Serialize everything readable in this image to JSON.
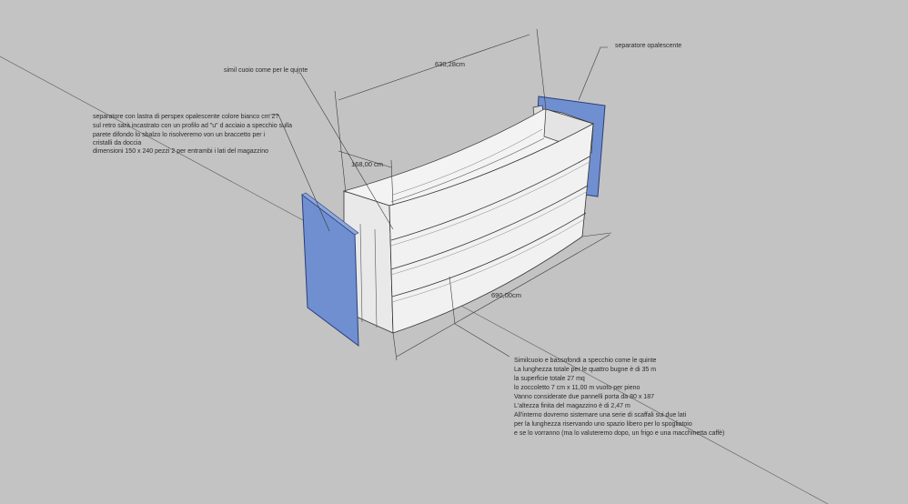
{
  "dimensions": {
    "top_length": "630,28cm",
    "depth": "168,00 cm",
    "front_length": "690,00cm"
  },
  "labels": {
    "simil_cuoio": "simil cuoio come  per le quinte",
    "separatore_right": "separatore opalescente"
  },
  "note_left": [
    "separatore con lastra di perspex  opalescente colore bianco cm 2?",
    "sul retro sarà incastrato con un profilo ad \"u\" d acciaio a specchio sulla",
    "parete difondo lo sbalzo lo risolveremo von un braccetto per i",
    "cristalli  da doccia",
    "dimensioni  150 x 240 pezzi 2 per entrambi i lati del magazzino"
  ],
  "note_bottom": [
    "Similcuoio e bassofondi a specchio come le quinte",
    "La lunghezza totale per le quattro bugne è di 35 m",
    "la superficie totale 27 mq",
    "lo zoccoletto  7 cm x 11,00 m vuoto per pieno",
    "Vanno considerate due pannelli porta da 80 x 187",
    "L'altezza finita del magazzino è di 2,47 m",
    "All'interno dovremo sistemare una serie di scaffali sui due lati",
    "per la lunghezza riservando uno spazio libero per lo spogliatoio",
    "e se lo vorranno (ma lo valuteremo dopo, un frigo e una macchinetta caffè)"
  ],
  "colors": {
    "background": "#c3c3c3",
    "panel_blue": "#6f8fd0",
    "counter_white": "#f1f1f1"
  }
}
